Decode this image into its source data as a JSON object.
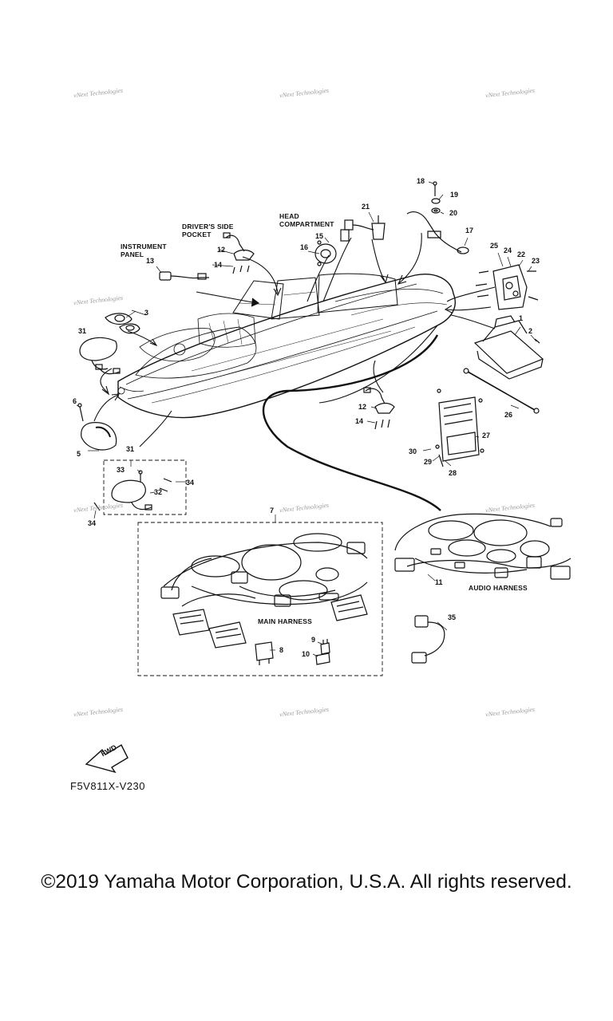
{
  "watermark_text": "vNext Technologies",
  "callouts": {
    "instrument_panel": "INSTRUMENT\nPANEL",
    "drivers_side_pocket": "DRIVER'S SIDE\nPOCKET",
    "head_compartment": "HEAD\nCOMPARTMENT",
    "main_harness": "MAIN HARNESS",
    "audio_harness": "AUDIO HARNESS"
  },
  "part_numbers": {
    "p1": "1",
    "p2": "2",
    "p3": "3",
    "p5": "5",
    "p6": "6",
    "p7": "7",
    "p8": "8",
    "p9": "9",
    "p10": "10",
    "p11": "11",
    "p12a": "12",
    "p12b": "12",
    "p13": "13",
    "p14a": "14",
    "p14b": "14",
    "p15": "15",
    "p16": "16",
    "p17": "17",
    "p18": "18",
    "p19": "19",
    "p20": "20",
    "p21": "21",
    "p22": "22",
    "p23": "23",
    "p24": "24",
    "p25": "25",
    "p26": "26",
    "p27": "27",
    "p28": "28",
    "p29": "29",
    "p30": "30",
    "p31a": "31",
    "p31b": "31",
    "p32": "32",
    "p33": "33",
    "p34a": "34",
    "p34b": "34",
    "p35": "35"
  },
  "fwd_label": "FWD",
  "part_code": "F5V811X-V230",
  "copyright": "©2019 Yamaha Motor Corporation, U.S.A. All rights reserved."
}
